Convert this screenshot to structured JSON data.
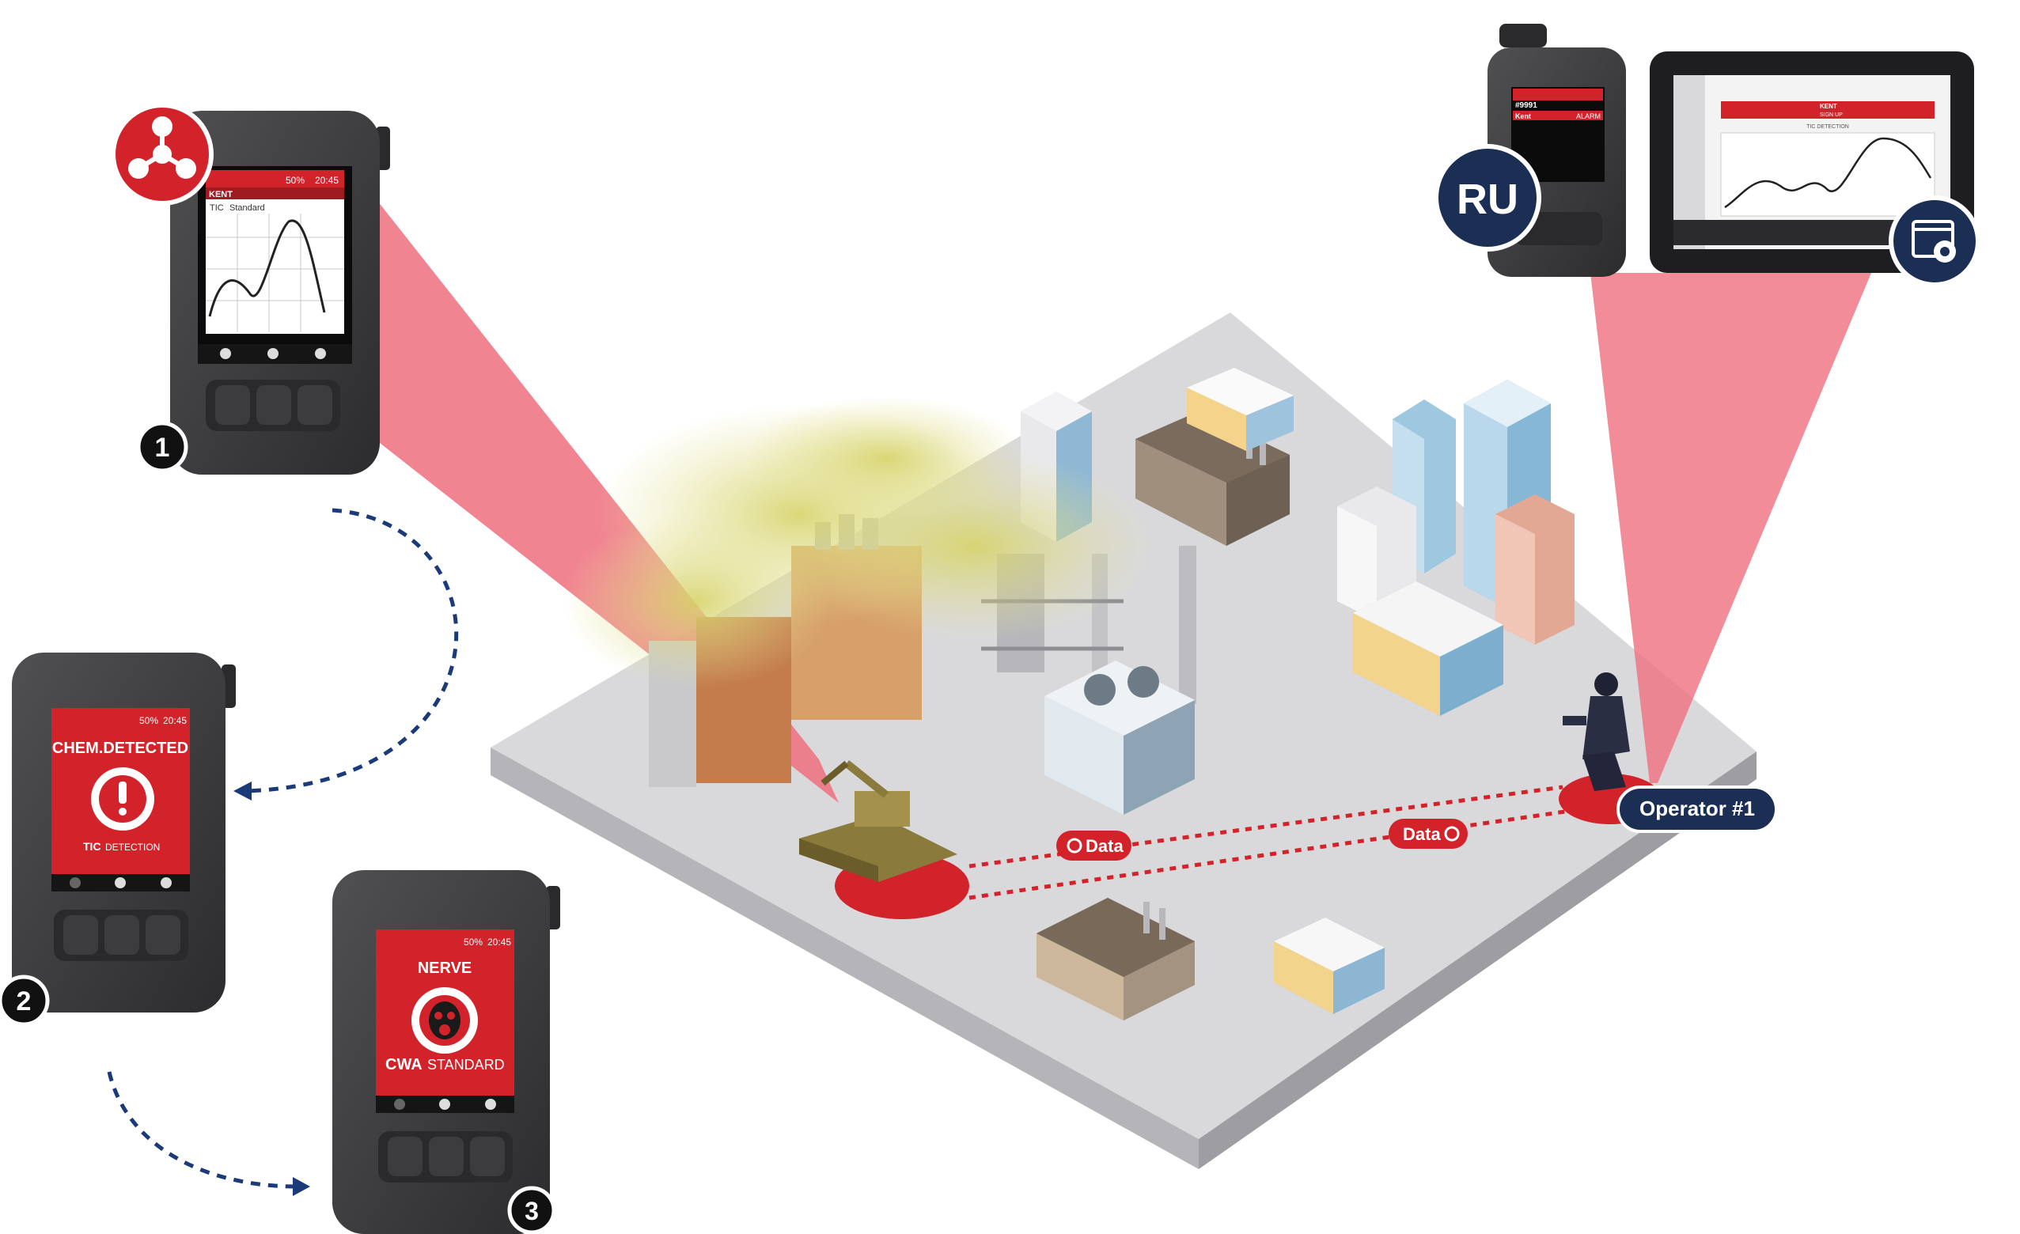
{
  "status_bar": {
    "signal": "50%",
    "time": "20:45"
  },
  "device_1": {
    "step": "1",
    "site": "KENT",
    "mode": "TIC",
    "sub": "Standard",
    "hazard_icon": "biohazard-trefoil-icon"
  },
  "device_2": {
    "step": "2",
    "title": "CHEM.DETECTED",
    "class_bold": "TIC",
    "class_rest": "DETECTION",
    "alert_icon": "exclamation-icon"
  },
  "device_3": {
    "step": "3",
    "title": "NERVE",
    "class_bold": "CWA",
    "class_rest": "STANDARD",
    "alert_icon": "gas-mask-icon"
  },
  "ru_device": {
    "badge": "RU",
    "id": "#9991",
    "site": "Kent",
    "state": "ALARM"
  },
  "tablet": {
    "banner_line1": "KENT",
    "banner_line2": "SIGN UP",
    "tab": "TIC DETECTION",
    "settings_icon": "settings-gear-window-icon"
  },
  "data_links": [
    {
      "label": "Data"
    },
    {
      "label": "Data"
    }
  ],
  "operator": {
    "label": "Operator #1"
  },
  "colors": {
    "red": "#d2232a",
    "navy": "#1b2f55",
    "beam": "#ee6f7e",
    "platform": "#dcdcdf",
    "device": "#3b3b3d",
    "gas": "#d8d46a"
  }
}
